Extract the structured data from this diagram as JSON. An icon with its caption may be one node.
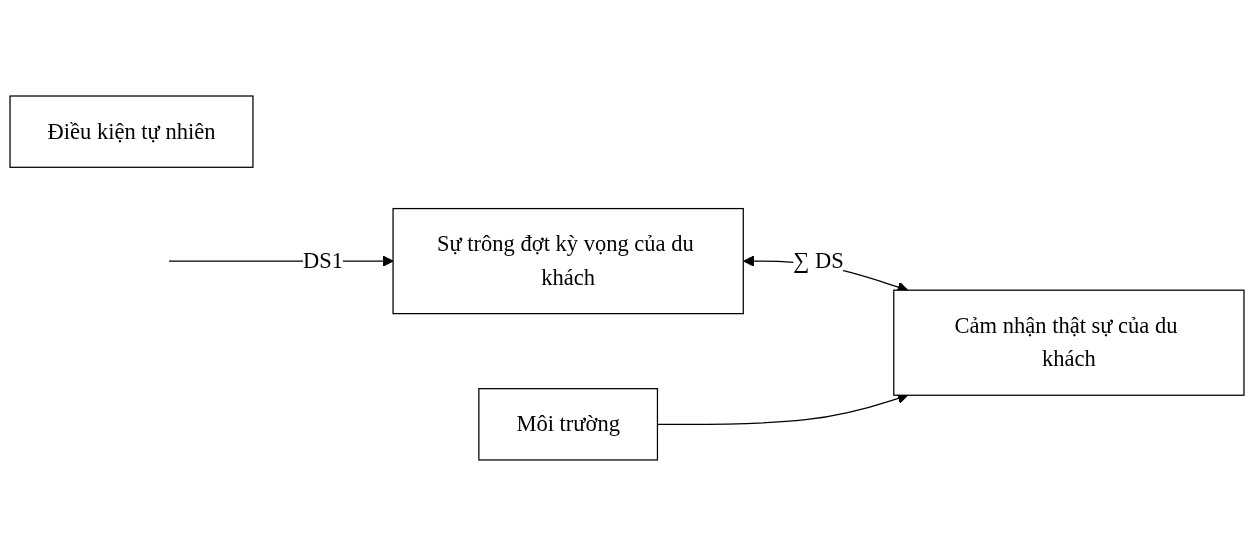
{
  "diagram": {
    "nodes": [
      {
        "text": [
          "Điều kiện tự nhiên"
        ]
      },
      {
        "text": [
          "Sự trông đợt kỳ vọng của du khách"
        ]
      },
      {
        "text": [
          "Cảm nhận thật sự của du khách"
        ]
      },
      {
        "text": [
          "Môi trường"
        ]
      }
    ],
    "edges": [
      {
        "from": null,
        "to": 1,
        "arrow": "to",
        "label": "DS1"
      },
      {
        "from": 1,
        "to": 2,
        "arrow": "both",
        "label": "∑ DS"
      },
      {
        "from": 3,
        "to": 2,
        "arrow": "to"
      }
    ]
  }
}
